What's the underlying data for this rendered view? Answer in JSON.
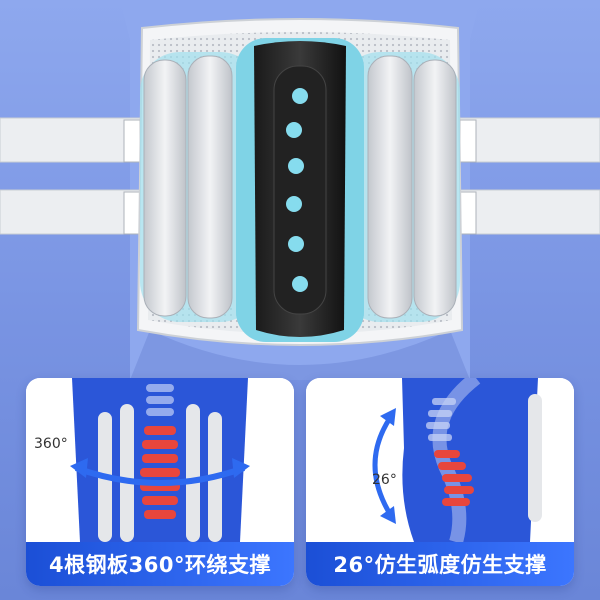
{
  "panels": {
    "left": {
      "angle_label": "360°",
      "caption": "4根钢板360°环绕支撑"
    },
    "right": {
      "angle_label": "26°",
      "caption": "26°仿生弧度仿生支撑"
    }
  },
  "colors": {
    "background": "#7c98e0",
    "caption_bar": "#2760e8",
    "accent": "#7fd8ea",
    "brace_gray": "#cfd3d8",
    "spine_red": "#e8463d"
  },
  "icons": [
    "brace-main-image",
    "spine-illustration-icon",
    "rotation-arrow-icon",
    "curve-arrow-icon"
  ]
}
